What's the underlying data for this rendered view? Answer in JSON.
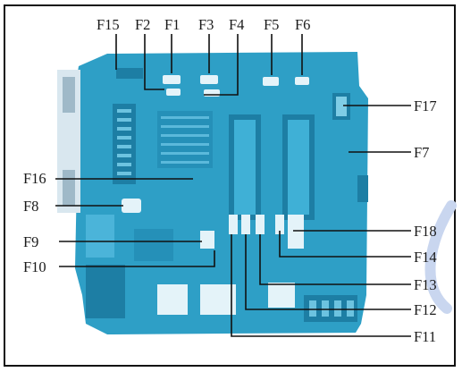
{
  "labels": {
    "F15": "F15",
    "F2": "F2",
    "F1": "F1",
    "F3": "F3",
    "F4": "F4",
    "F5": "F5",
    "F6": "F6",
    "F17": "F17",
    "F7": "F7",
    "F16": "F16",
    "F8": "F8",
    "F9": "F9",
    "F10": "F10",
    "F18": "F18",
    "F14": "F14",
    "F13": "F13",
    "F12": "F12",
    "F11": "F11"
  },
  "colors": {
    "board": "#2e9fc6",
    "board_dark": "#1d7ea4",
    "board_light": "#6cc3e0",
    "leader": "#111111",
    "watermark": "#c9d6ef"
  }
}
